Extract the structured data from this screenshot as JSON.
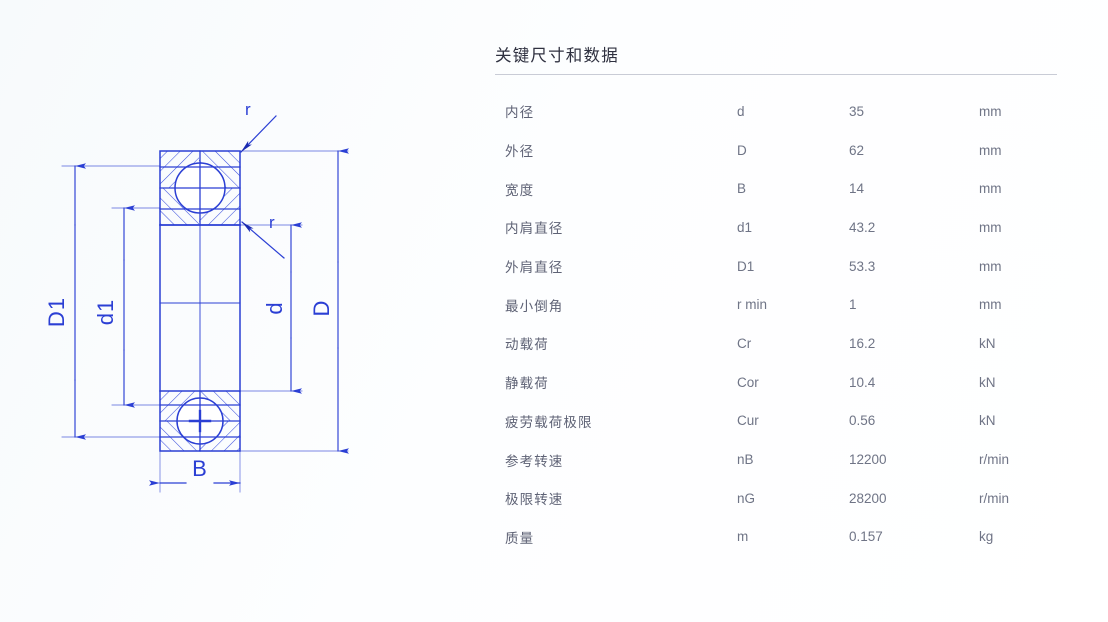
{
  "page": {
    "background_color": "#fbfcfe",
    "line_color": "#2b3fd4"
  },
  "drawing": {
    "name": "deep-groove-ball-bearing-cross-section",
    "dimension_labels": {
      "outer_shoulder": "D1",
      "inner_shoulder": "d1",
      "bore": "d",
      "outer": "D",
      "width": "B",
      "chamfer_upper": "r",
      "chamfer_lower": "r"
    }
  },
  "spec": {
    "title": "关键尺寸和数据",
    "rows": [
      {
        "label": "内径",
        "symbol": "d",
        "value": "35",
        "unit": "mm"
      },
      {
        "label": "外径",
        "symbol": "D",
        "value": "62",
        "unit": "mm"
      },
      {
        "label": "宽度",
        "symbol": "B",
        "value": "14",
        "unit": "mm"
      },
      {
        "label": "内肩直径",
        "symbol": "d1",
        "value": "43.2",
        "unit": "mm"
      },
      {
        "label": "外肩直径",
        "symbol": "D1",
        "value": "53.3",
        "unit": "mm"
      },
      {
        "label": "最小倒角",
        "symbol": "r min",
        "value": "1",
        "unit": "mm"
      },
      {
        "label": "动载荷",
        "symbol": "Cr",
        "value": "16.2",
        "unit": "kN"
      },
      {
        "label": "静载荷",
        "symbol": "Cor",
        "value": "10.4",
        "unit": "kN"
      },
      {
        "label": "疲劳载荷极限",
        "symbol": "Cur",
        "value": "0.56",
        "unit": "kN"
      },
      {
        "label": "参考转速",
        "symbol": "nB",
        "value": "12200",
        "unit": "r/min"
      },
      {
        "label": "极限转速",
        "symbol": "nG",
        "value": "28200",
        "unit": "r/min"
      },
      {
        "label": "质量",
        "symbol": "m",
        "value": "0.157",
        "unit": "kg"
      }
    ]
  }
}
